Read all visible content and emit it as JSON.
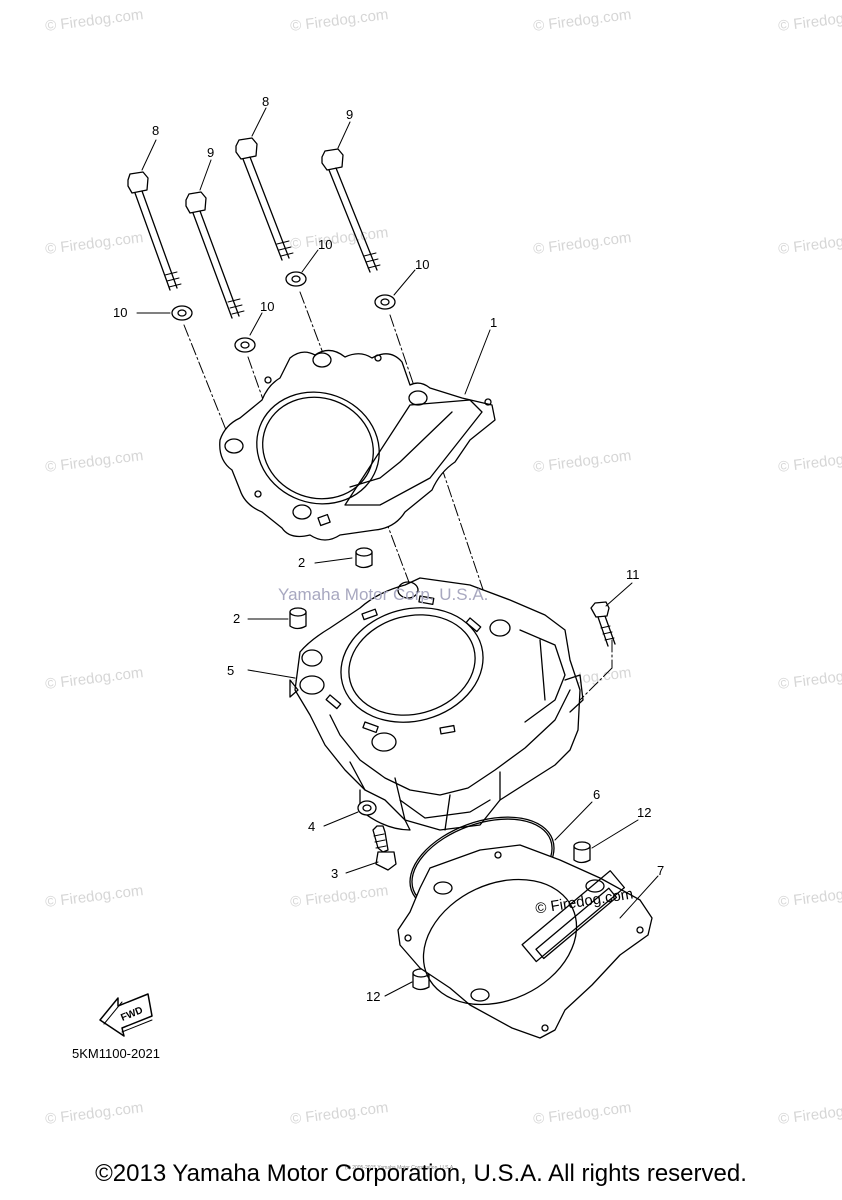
{
  "watermark_text": "© Firedog.com",
  "center_watermark": "Yamaha Motor Corp. U.S.A.",
  "inline_watermark": "© Firedog.com",
  "diagram_code": "5KM1100-2021",
  "fwd_label": "FWD",
  "copyright": "©2013 Yamaha Motor Corporation, U.S.A. All rights reserved.",
  "tiny_notice": "(c) 2005-2015 Yamaha Motor Corporation, U.S.A.",
  "part_labels": {
    "p1": "1",
    "p2a": "2",
    "p2b": "2",
    "p3": "3",
    "p4": "4",
    "p5": "5",
    "p6": "6",
    "p7": "7",
    "p8a": "8",
    "p8b": "8",
    "p9a": "9",
    "p9b": "9",
    "p10a": "10",
    "p10b": "10",
    "p10c": "10",
    "p10d": "10",
    "p11": "11",
    "p12a": "12",
    "p12b": "12"
  },
  "line_color": "#000000",
  "watermark_color": "#d6d6d6"
}
